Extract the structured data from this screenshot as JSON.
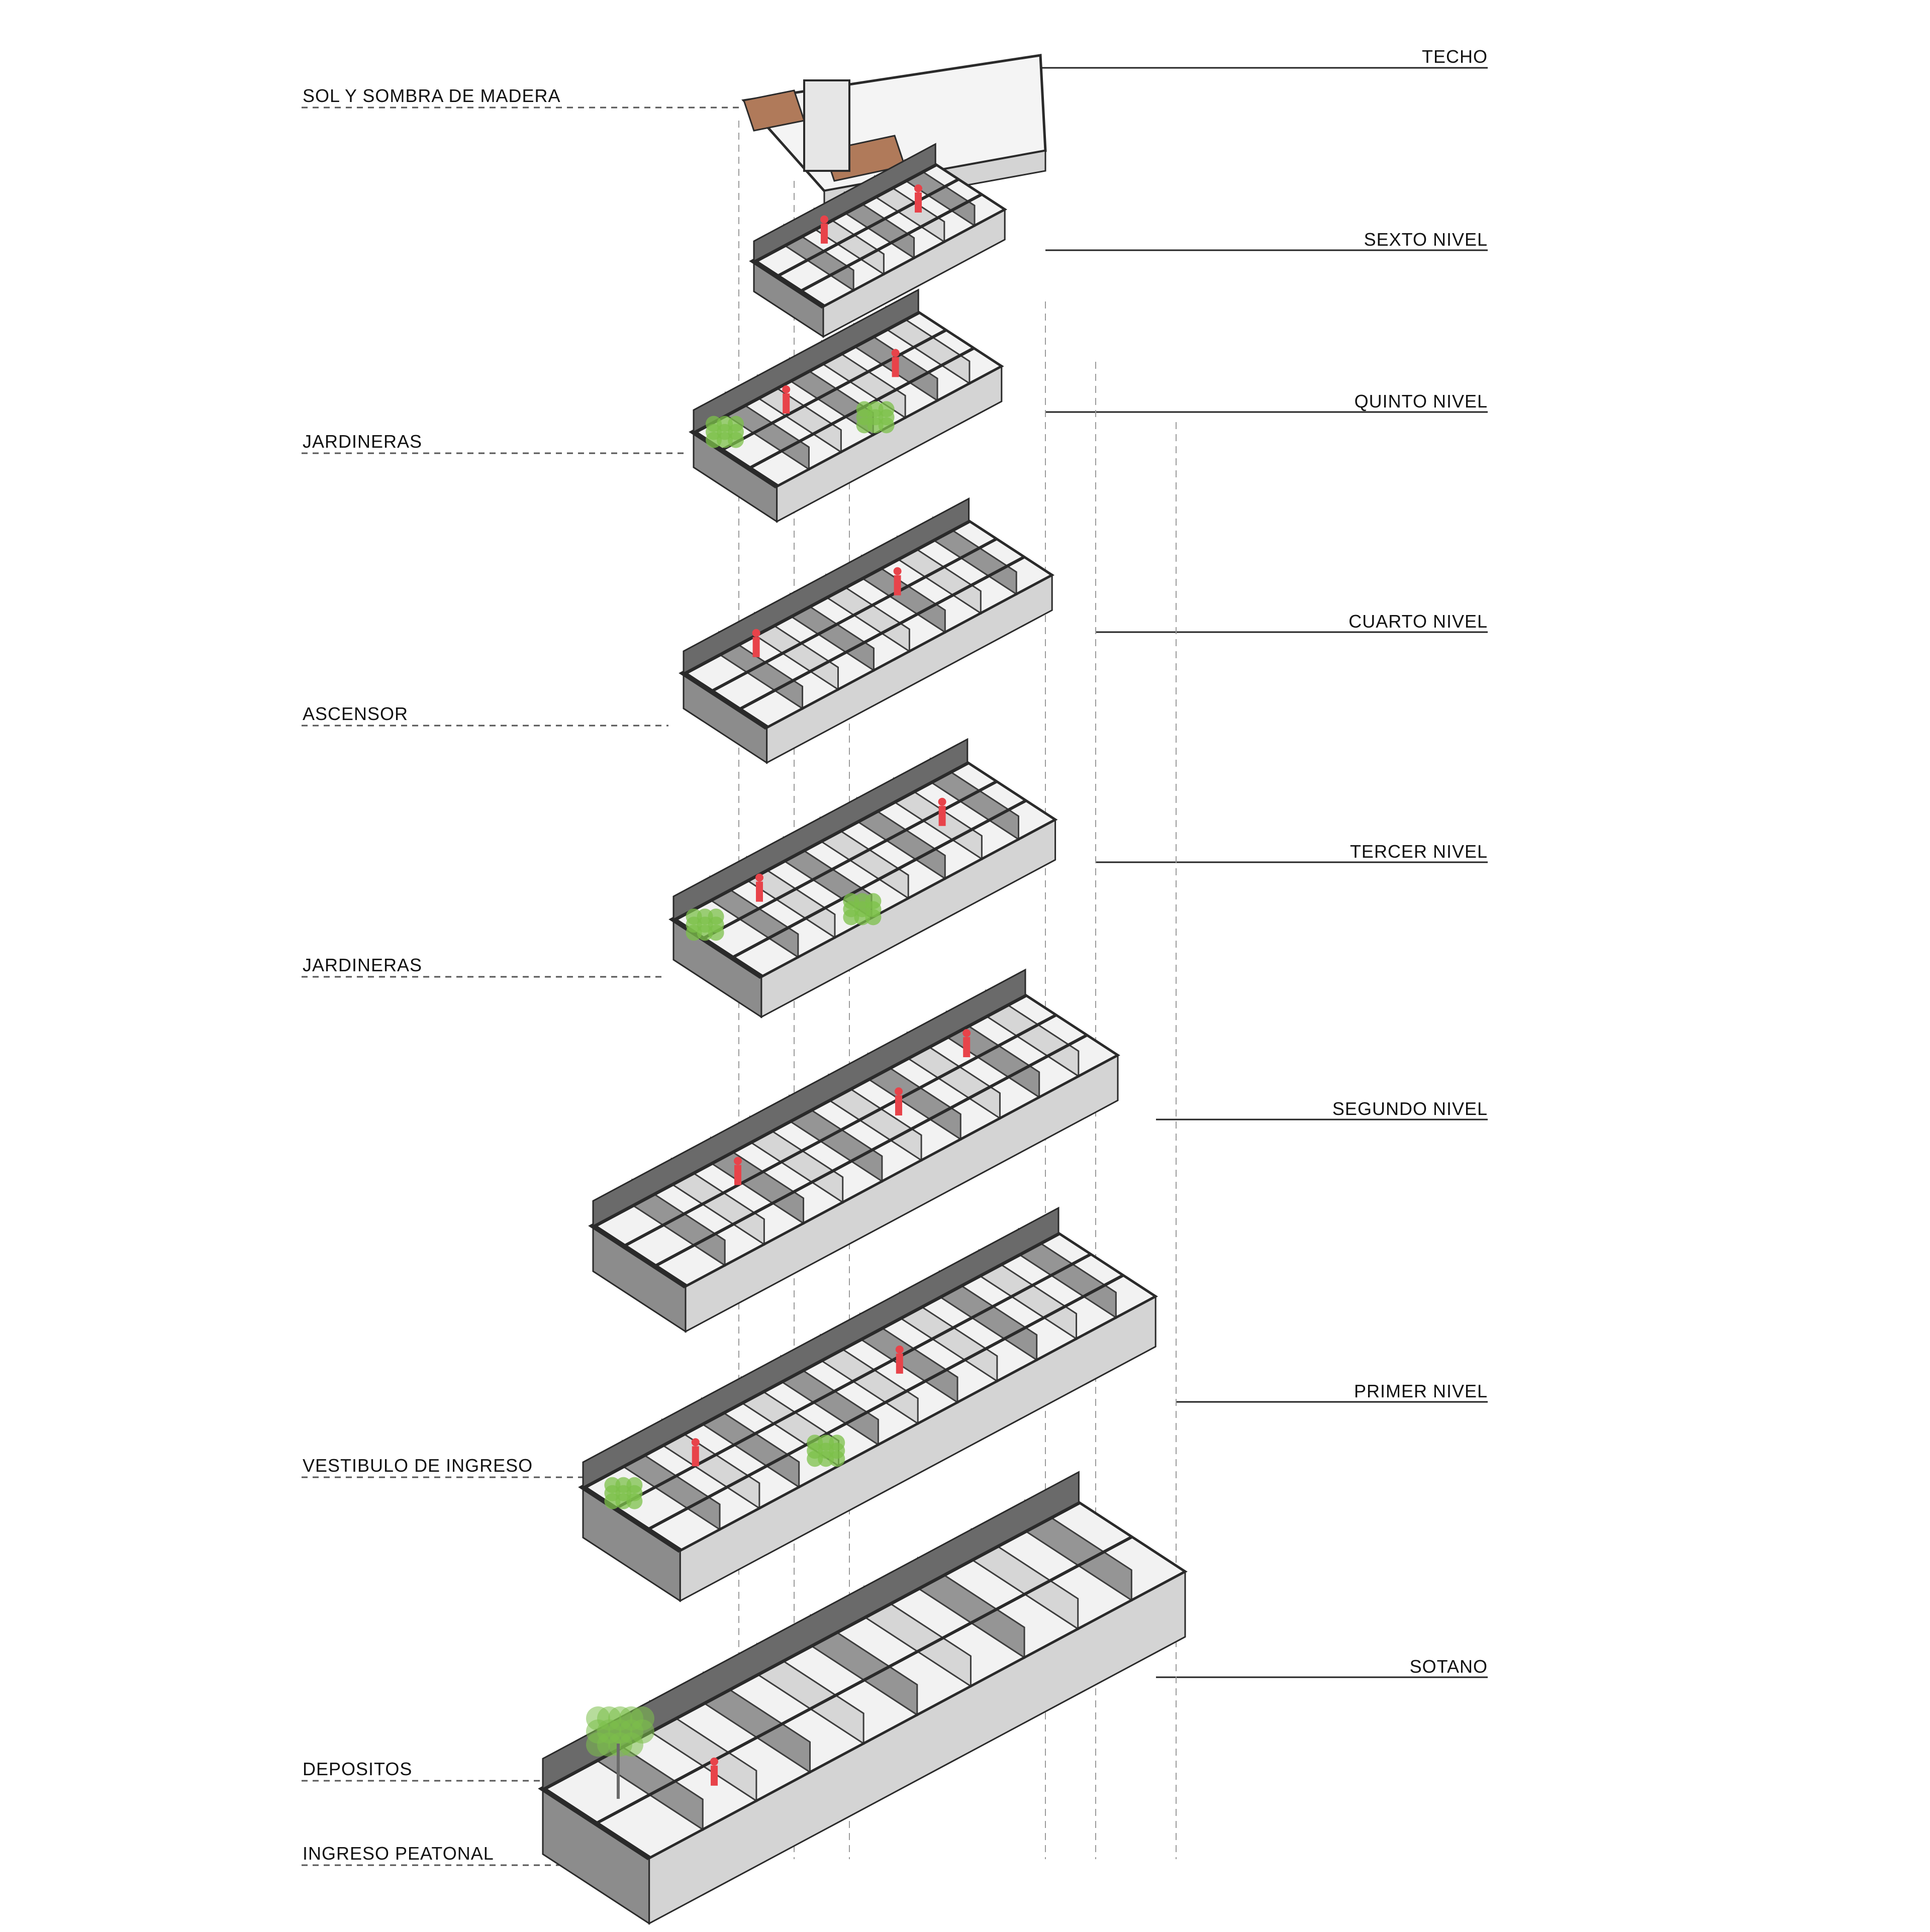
{
  "diagram": {
    "title": "",
    "left_labels": [
      {
        "id": "sol-sombra",
        "text": "SOL Y SOMBRA DE MADERA"
      },
      {
        "id": "jardineras-1",
        "text": "JARDINERAS"
      },
      {
        "id": "ascensor",
        "text": "ASCENSOR"
      },
      {
        "id": "jardineras-2",
        "text": "JARDINERAS"
      },
      {
        "id": "vestibulo",
        "text": "VESTIBULO DE INGRESO"
      },
      {
        "id": "depositos",
        "text": "DEPOSITOS"
      },
      {
        "id": "ingreso-peatonal",
        "text": "INGRESO PEATONAL"
      }
    ],
    "right_labels": [
      {
        "id": "techo",
        "text": "TECHO"
      },
      {
        "id": "sexto",
        "text": "SEXTO NIVEL"
      },
      {
        "id": "quinto",
        "text": "QUINTO NIVEL"
      },
      {
        "id": "cuarto",
        "text": "CUARTO NIVEL"
      },
      {
        "id": "tercer",
        "text": "TERCER NIVEL"
      },
      {
        "id": "segundo",
        "text": "SEGUNDO NIVEL"
      },
      {
        "id": "primer",
        "text": "PRIMER NIVEL"
      },
      {
        "id": "sotano",
        "text": "SOTANO"
      }
    ],
    "colors": {
      "wall_dark": "#2a2a2a",
      "wall_mid": "#8c8c8c",
      "wall_light": "#d4d4d4",
      "floor": "#f2f2f2",
      "plants": "#7cc04a",
      "people": "#e8434a",
      "wood": "#b07a5a",
      "leader": "#555555"
    }
  }
}
